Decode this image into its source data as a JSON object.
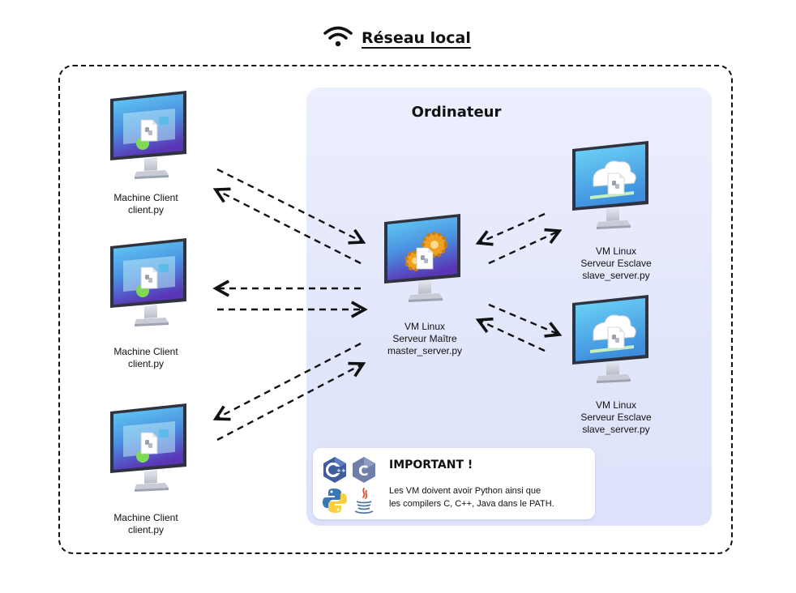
{
  "header": {
    "title": "Réseau local",
    "icon": "wifi-icon"
  },
  "computer_panel": {
    "title": "Ordinateur"
  },
  "clients": [
    {
      "line1": "Machine Client",
      "line2": "client.py"
    },
    {
      "line1": "Machine Client",
      "line2": "client.py"
    },
    {
      "line1": "Machine Client",
      "line2": "client.py"
    }
  ],
  "master": {
    "line1": "VM Linux",
    "line2": "Serveur Maître",
    "line3": "master_server.py"
  },
  "slaves": [
    {
      "line1": "VM Linux",
      "line2": "Serveur Esclave",
      "line3": "slave_server.py"
    },
    {
      "line1": "VM Linux",
      "line2": "Serveur Esclave",
      "line3": "slave_server.py"
    }
  ],
  "important": {
    "title": "IMPORTANT !",
    "line1": "Les VM doivent avoir Python ainsi que",
    "line2": "les compilers C, C++, Java dans le PATH.",
    "icons": [
      "cpp-icon",
      "c-icon",
      "python-icon",
      "java-icon"
    ]
  },
  "colors": {
    "screen_top": "#58c8f0",
    "screen_bottom": "#5b3fb8",
    "gear": "#f0a020",
    "python_blue": "#3a77b8",
    "python_yellow": "#f7cf3f",
    "c_blue": "#3f5c9e",
    "java_red": "#e34b2c"
  }
}
